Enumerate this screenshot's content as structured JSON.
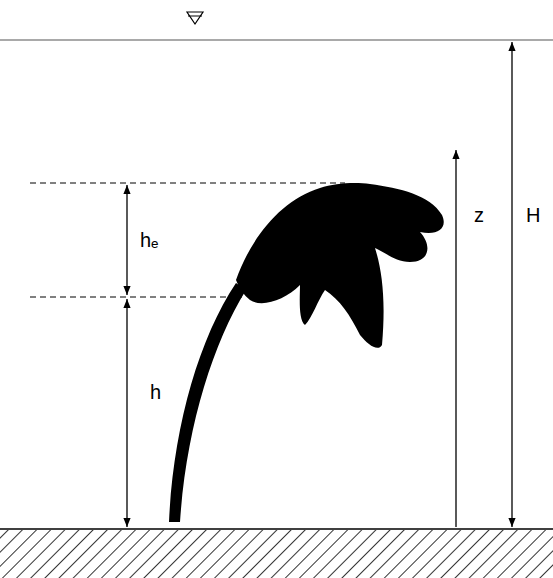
{
  "diagram": {
    "labels": [
      "hₑ",
      "h",
      "z",
      "H"
    ]
  }
}
